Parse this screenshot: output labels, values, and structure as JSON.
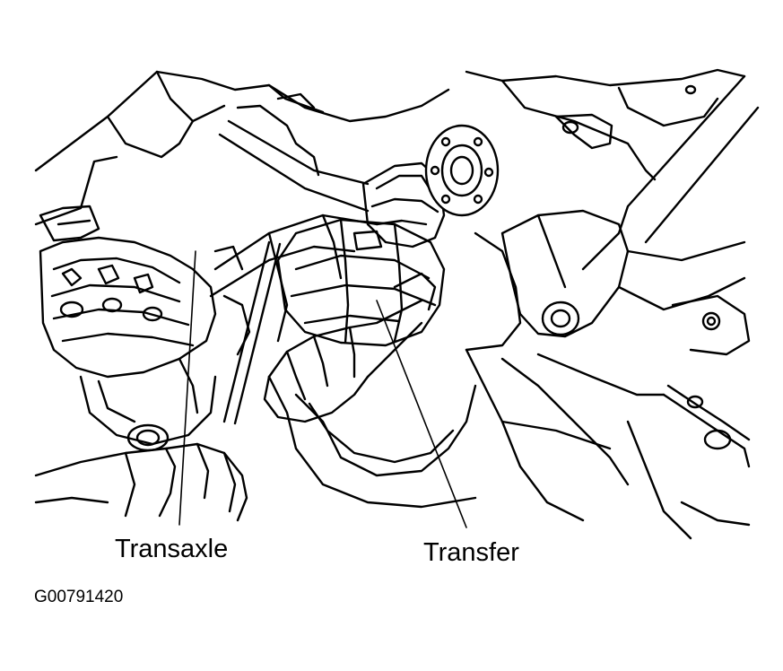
{
  "figure": {
    "labels": {
      "transaxle": "Transaxle",
      "transfer": "Transfer"
    },
    "figure_code": "G00791420"
  }
}
